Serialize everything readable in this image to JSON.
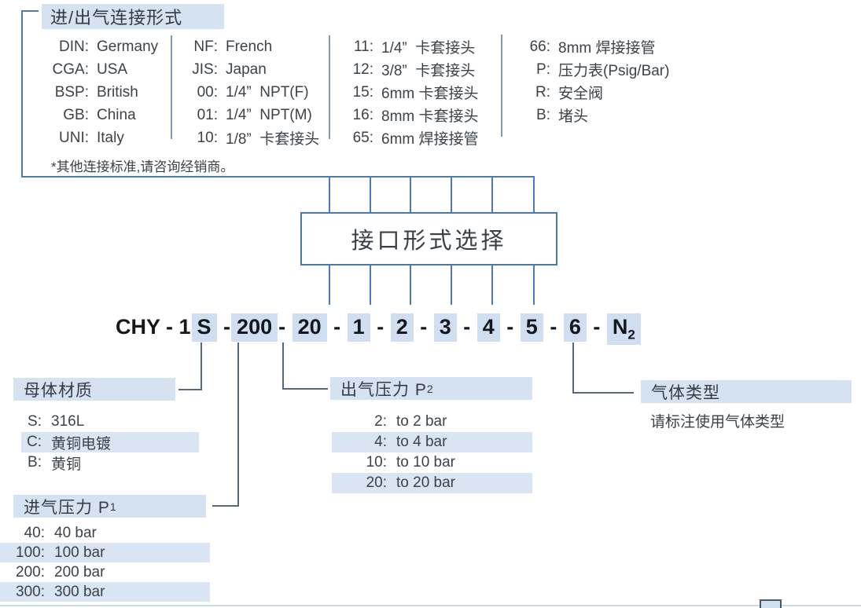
{
  "colors": {
    "highlight_blue": "#d5e2f1",
    "code_highlight": "#cfdef1",
    "structure_line_blue": "#4d7ab3",
    "elbow_line_slate": "#54687e",
    "box_border_blue": "#4a75ae"
  },
  "connection_section": {
    "title": "进/出气连接形式",
    "footnote": "*其他连接标准,请咨询经销商。",
    "columns": [
      {
        "rows": [
          {
            "code": "DIN:",
            "value": "Germany"
          },
          {
            "code": "CGA:",
            "value": "USA"
          },
          {
            "code": "BSP:",
            "value": "British"
          },
          {
            "code": "GB:",
            "value": "China"
          },
          {
            "code": "UNI:",
            "value": "Italy"
          }
        ]
      },
      {
        "rows": [
          {
            "code": "NF:",
            "value": "French"
          },
          {
            "code": "JIS:",
            "value": "Japan"
          },
          {
            "code": "00:",
            "value": "1/4”  NPT(F)"
          },
          {
            "code": "01:",
            "value": "1/4”  NPT(M)"
          },
          {
            "code": "10:",
            "value": "1/8”  卡套接头"
          }
        ]
      },
      {
        "rows": [
          {
            "code": "11:",
            "value": "1/4”  卡套接头"
          },
          {
            "code": "12:",
            "value": "3/8”  卡套接头"
          },
          {
            "code": "15:",
            "value": "6mm 卡套接头"
          },
          {
            "code": "16:",
            "value": "8mm 卡套接头"
          },
          {
            "code": "65:",
            "value": "6mm 焊接接管"
          }
        ]
      },
      {
        "rows": [
          {
            "code": "66:",
            "value": "8mm 焊接接管"
          },
          {
            "code": "P:",
            "value": "压力表(Psig/Bar)"
          },
          {
            "code": "R:",
            "value": "安全阀"
          },
          {
            "code": "B:",
            "value": "堵头"
          }
        ]
      }
    ]
  },
  "selector_box": {
    "label": "接口形式选择"
  },
  "code": {
    "full": "CHY - 1S -200- 20 - 1 - 2 - 3 - 4 - 5 - 6 - N2",
    "segments": [
      {
        "t": "CHY - 1",
        "hl": false
      },
      {
        "t": "S",
        "hl": true
      },
      {
        "t": " -",
        "hl": false
      },
      {
        "t": "200",
        "hl": true
      },
      {
        "t": "- ",
        "hl": false
      },
      {
        "t": "20",
        "hl": true
      },
      {
        "t": " - ",
        "hl": false
      },
      {
        "t": "1",
        "hl": true
      },
      {
        "t": " - ",
        "hl": false
      },
      {
        "t": "2",
        "hl": true
      },
      {
        "t": " - ",
        "hl": false
      },
      {
        "t": "3",
        "hl": true
      },
      {
        "t": " - ",
        "hl": false
      },
      {
        "t": "4",
        "hl": true
      },
      {
        "t": " - ",
        "hl": false
      },
      {
        "t": "5",
        "hl": true
      },
      {
        "t": " - ",
        "hl": false
      },
      {
        "t": "6",
        "hl": true
      },
      {
        "t": " - ",
        "hl": false
      },
      {
        "t": "N",
        "hl": true,
        "sub": "2"
      }
    ]
  },
  "sections": {
    "material": {
      "label": "母体材质",
      "items": [
        {
          "code": "S:",
          "value": "316L",
          "hl": false
        },
        {
          "code": "C:",
          "value": "黄铜电镀",
          "hl": true
        },
        {
          "code": "B:",
          "value": "黄铜",
          "hl": false
        }
      ]
    },
    "inlet": {
      "label": "进气压力 P",
      "label_sub": "1",
      "items": [
        {
          "code": "40:",
          "value": "40 bar",
          "hl": false
        },
        {
          "code": "100:",
          "value": "100 bar",
          "hl": true
        },
        {
          "code": "200:",
          "value": "200 bar",
          "hl": false
        },
        {
          "code": "300:",
          "value": "300 bar",
          "hl": true
        }
      ]
    },
    "outlet": {
      "label": "出气压力 P",
      "label_sub": "2",
      "items": [
        {
          "code": "2:",
          "value": "to 2 bar",
          "hl": false
        },
        {
          "code": "4:",
          "value": "to 4 bar",
          "hl": true
        },
        {
          "code": "10:",
          "value": "to 10 bar",
          "hl": false
        },
        {
          "code": "20:",
          "value": "to 20 bar",
          "hl": true
        }
      ]
    },
    "gas": {
      "label": "气体类型",
      "note": "请标注使用气体类型"
    }
  }
}
